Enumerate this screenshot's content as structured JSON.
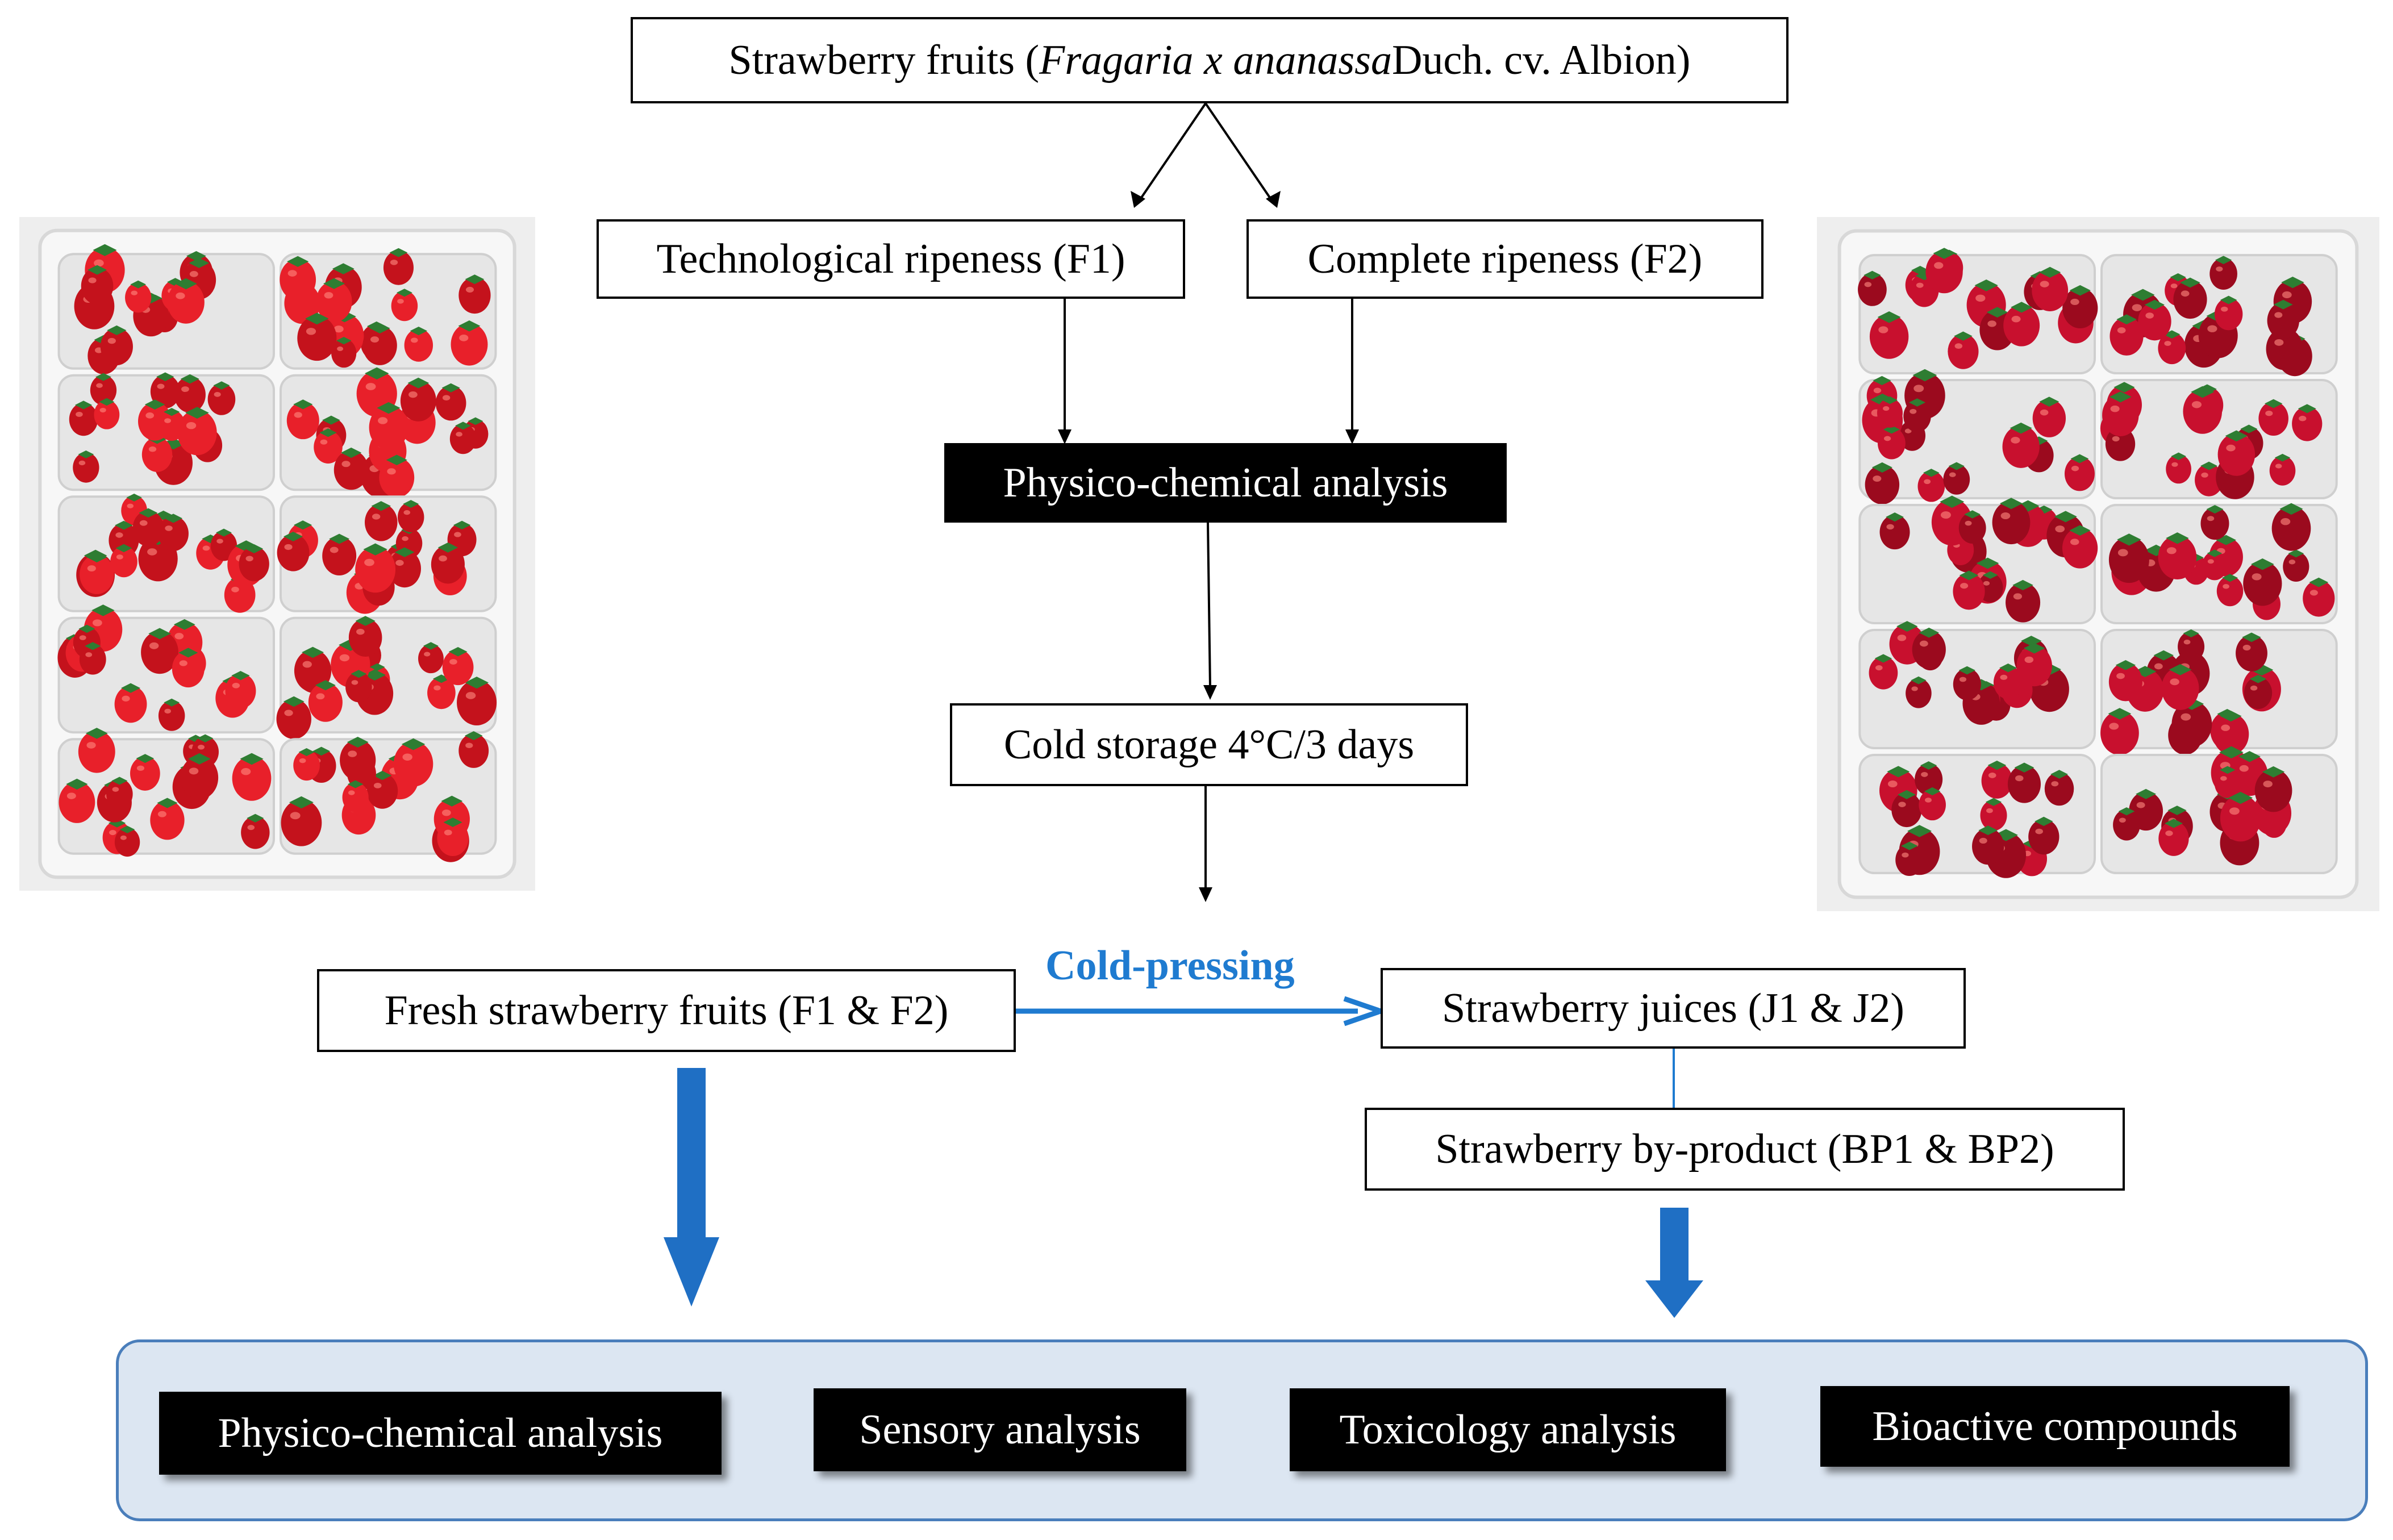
{
  "top": {
    "prefix": "Strawberry fruits (",
    "species": "Fragaria x ananassa",
    "suffix": " Duch. cv. Albion)"
  },
  "ripeness": {
    "f1": "Technological ripeness (F1)",
    "f2": "Complete ripeness (F2)"
  },
  "analysis_top": "Physico-chemical analysis",
  "cold_storage": "Cold storage 4°C/3 days",
  "process_label": "Cold-pressing",
  "fresh": "Fresh strawberry fruits (F1 & F2)",
  "juices": "Strawberry juices (J1 & J2)",
  "byproduct": "Strawberry by-product (BP1 & BP2)",
  "outputs": [
    "Physico-chemical analysis",
    "Sensory analysis",
    "Toxicology analysis",
    "Bioactive compounds"
  ],
  "colors": {
    "accent_blue": "#1f7bd0",
    "panel_fill": "#dce6f2",
    "panel_border": "#4a7ebb",
    "dark_box": "#000000"
  }
}
